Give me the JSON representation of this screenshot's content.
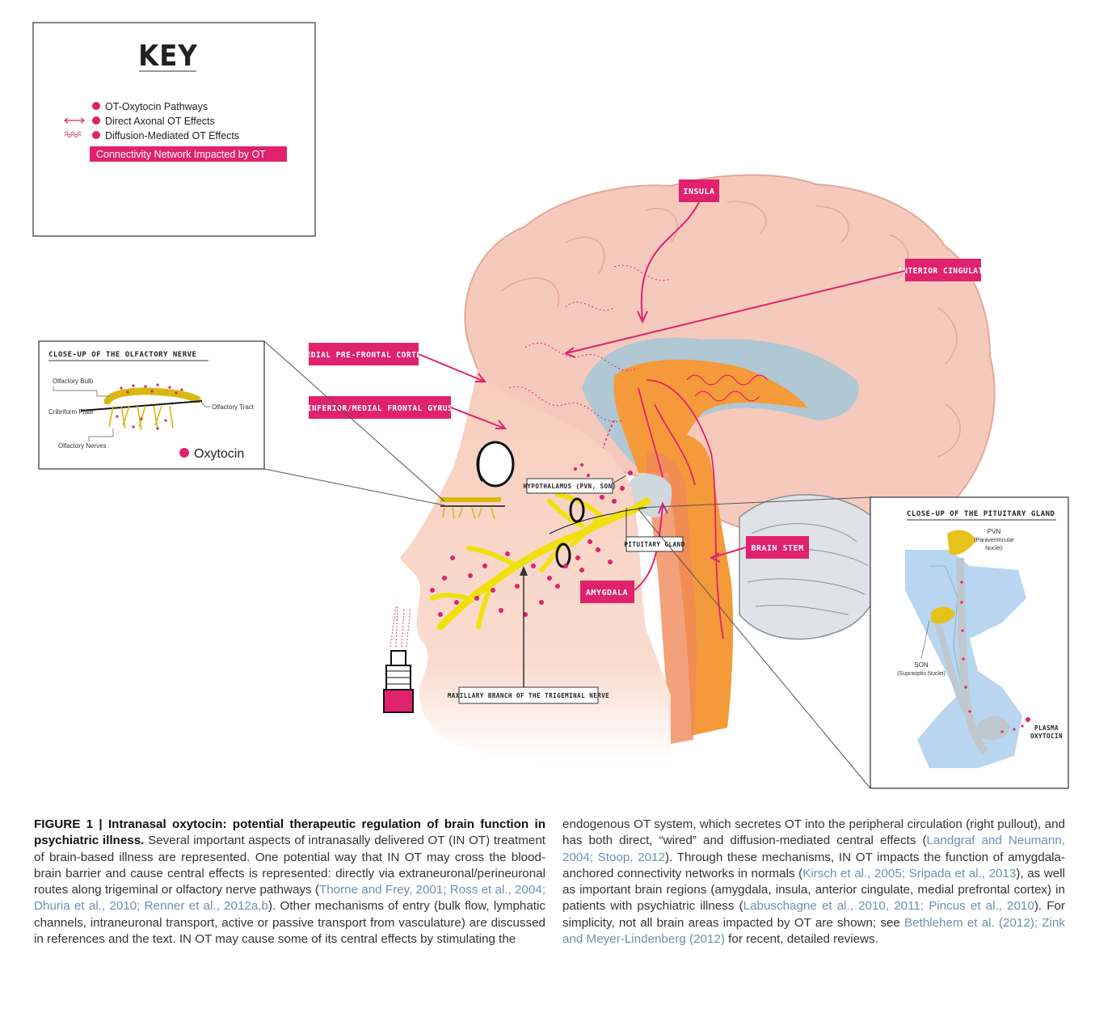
{
  "key": {
    "title": "KEY",
    "items": [
      "OT-Oxytocin Pathways",
      "Direct Axonal OT Effects",
      "Diffusion-Mediated OT Effects"
    ],
    "network_label": "Connectivity Network Impacted by OT"
  },
  "olfactory": {
    "title": "CLOSE-UP OF THE   OLFACTORY NERVE",
    "bulb": "Olfactory Bulb",
    "cribriform": "Cribriform Plate",
    "tract": "Olfactory Tract",
    "nerves": "Olfactory Nerves",
    "oxytocin": "Oxytocin"
  },
  "regions": {
    "insula": "INSULA",
    "anterior_cingulate": "ANTERIOR CINGULATE",
    "medial_prefrontal": "MEDIAL PRE-FRONTAL CORTEX",
    "inferior_medial_frontal": "INFERIOR/MEDIAL FRONTAL GYRUS",
    "brain_stem": "BRAIN STEM",
    "amygdala": "AMYGDALA"
  },
  "structures": {
    "hypothalamus": "HYPOTHALAMUS (PVN, SON)",
    "pituitary": "PITUITARY GLAND",
    "maxillary": "MAXILLARY BRANCH OF THE TRIGEMINAL NERVE"
  },
  "pituitary_closeup": {
    "title": "CLOSE-UP OF THE PITUITARY GLAND",
    "pvn": "PVN",
    "pvn_sub1": "(Paraventricular",
    "pvn_sub2": "Nuclei)",
    "son": "SON",
    "son_sub": "(Supraoptic Nuclei)",
    "plasma1": "PLASMA",
    "plasma2": "OXYTOCIN"
  },
  "caption": {
    "lead": "FIGURE 1 | Intranasal oxytocin: potential therapeutic regulation of brain function in psychiatric illness.",
    "left_body": [
      " Several important aspects of intranasally delivered OT (IN OT) treatment of brain-based illness are represented. One potential way that IN OT may cross the blood-brain barrier and cause central effects is represented: directly via extraneuronal/perineuronal routes along trigeminal or olfactory nerve pathways (",
      "Thorne and Frey, 2001; Ross et al., 2004; Dhuria et al., 2010; Renner et al., 2012a,b",
      "). Other mechanisms of entry (bulk flow, lymphatic channels, intraneuronal transport, active or passive transport from vasculature) are discussed in references and the text. IN OT may cause some of its central effects by stimulating the"
    ],
    "right_body": [
      "endogenous OT system, which secretes OT into the peripheral circulation (right pullout), and has both direct, “wired” and diffusion-mediated central effects (",
      "Landgraf and Neumann, 2004; Stoop, 2012",
      "). Through these mechanisms, IN OT impacts the function of amygdala-anchored connectivity networks in normals (",
      "Kirsch et al., 2005; Sripada et al., 2013",
      "), as well as important brain regions (amygdala, insula, anterior cingulate, medial prefrontal cortex) in patients with psychiatric illness (",
      "Labuschagne et al., 2010, 2011; Pincus et al., 2010",
      "). For simplicity, not all brain areas impacted by OT are shown; see ",
      "Bethlehem et al. (2012); Zink and Meyer-Lindenberg (2012)",
      " for recent, detailed reviews."
    ]
  },
  "colors": {
    "accent": "#e0226e",
    "brain": "#f6c9bd",
    "skin": "#f8d2c2",
    "ventricle": "#a9c6d6",
    "core": "#f59a3a",
    "nerve": "#f0e10e",
    "pituitary_bg": "#b8d6ef",
    "citation": "#6f8fb0"
  }
}
